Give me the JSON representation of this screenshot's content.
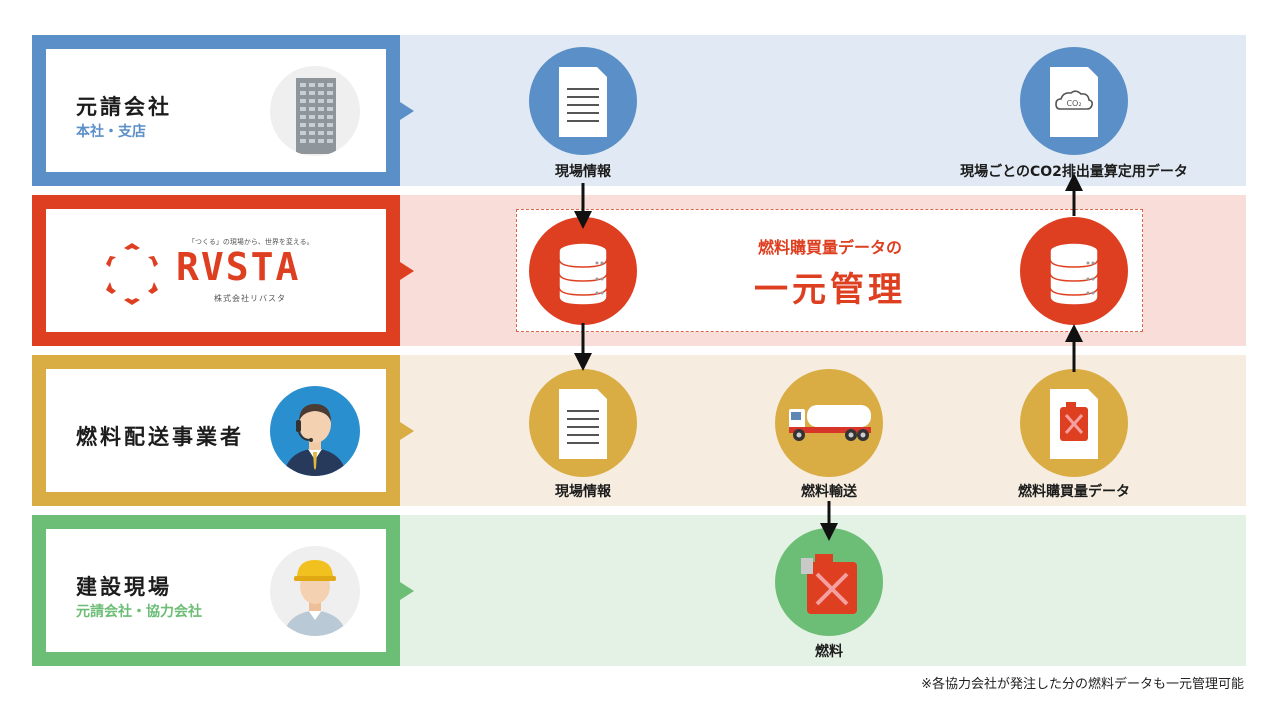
{
  "rows": {
    "contractor": {
      "title": "元請会社",
      "subtitle": "本社・支店"
    },
    "rvsta": {
      "tagline": "「つくる」の現場から、世界を変える。",
      "logo_text": "RVSTA",
      "company": "株式会社リバスタ"
    },
    "fuel_supplier": {
      "title": "燃料配送事業者"
    },
    "site": {
      "title": "建設現場",
      "subtitle": "元請会社・協力会社"
    }
  },
  "nodes": {
    "site_info_top": "現場情報",
    "co2_data": "現場ごとのCO2排出量算定用データ",
    "co2_badge": "CO₂",
    "site_info_bottom": "現場情報",
    "fuel_transport": "燃料輸送",
    "fuel_purchase_data": "燃料購買量データ",
    "fuel": "燃料"
  },
  "central": {
    "line1": "燃料購買量データの",
    "line2": "一元管理"
  },
  "footnote": "※各協力会社が発注した分の燃料データも一元管理可能",
  "colors": {
    "blue": "#5b8fc7",
    "red": "#de3f20",
    "yellow": "#d9ad44",
    "green": "#6cbd76"
  }
}
